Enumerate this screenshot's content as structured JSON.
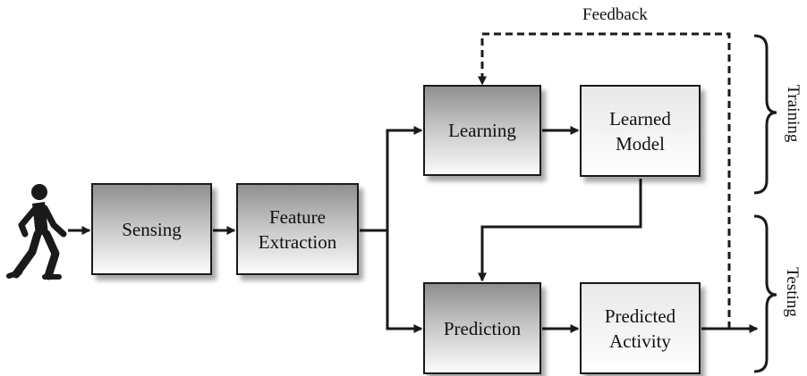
{
  "diagram": {
    "boxes": {
      "sensing": "Sensing",
      "feature_extraction": "Feature Extraction",
      "learning": "Learning",
      "learned_model": "Learned Model",
      "prediction": "Prediction",
      "predicted_activity": "Predicted Activity"
    },
    "labels": {
      "feedback": "Feedback",
      "training": "Training",
      "testing": "Testing"
    },
    "icons": {
      "person": "walking-person-icon"
    },
    "colors": {
      "stroke": "#1a1a1a",
      "text": "#111111"
    }
  }
}
